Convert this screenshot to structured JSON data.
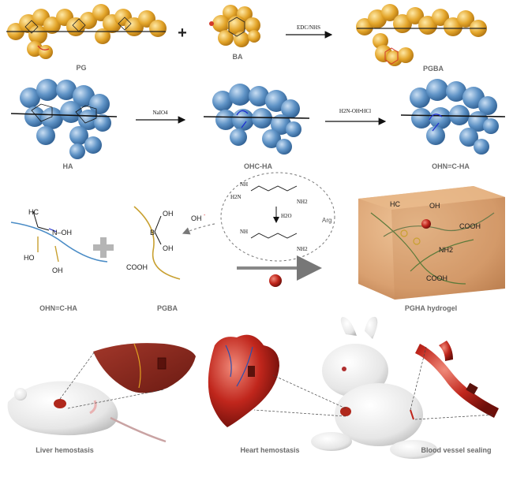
{
  "row1": {
    "pg_label": "PG",
    "ba_label": "BA",
    "pgba_label": "PGBA",
    "plus": "+",
    "reagent": "EDC/NHS"
  },
  "row2": {
    "ha_label": "HA",
    "ohcha_label": "OHC-HA",
    "ohnha_label": "OHN=C-HA",
    "reagent1": "NaIO4",
    "reagent2": "H2N-OH•HCl"
  },
  "row3": {
    "ohnha_label": "OHN=C-HA",
    "pgba_label": "PGBA",
    "hydrogel_label": "PGHA hydrogel",
    "hc": "HC",
    "noh": "N–OH",
    "ho1": "HO",
    "oh1": "OH",
    "b_oh_top": "OH",
    "b_oh_bot": "OH",
    "b": "B",
    "cooh": "COOH",
    "oh_minus": "OH",
    "arg_label": "Arg",
    "h2o": "H2O",
    "nh": "NH",
    "nh2": "NH2",
    "h2n": "H2N",
    "gel_cooh1": "COOH",
    "gel_cooh2": "COOH",
    "gel_nh2": "NH2",
    "gel_hc": "HC",
    "gel_oh": "OH"
  },
  "row4": {
    "liver": "Liver hemostasis",
    "heart": "Heart hemostasis",
    "vessel": "Blood vessel sealing"
  },
  "colors": {
    "gold": "#e3a52a",
    "blue": "#4a7fb5",
    "gel": "#d9a070",
    "red": "#c0261c",
    "label_gray": "#6b6b6b"
  }
}
